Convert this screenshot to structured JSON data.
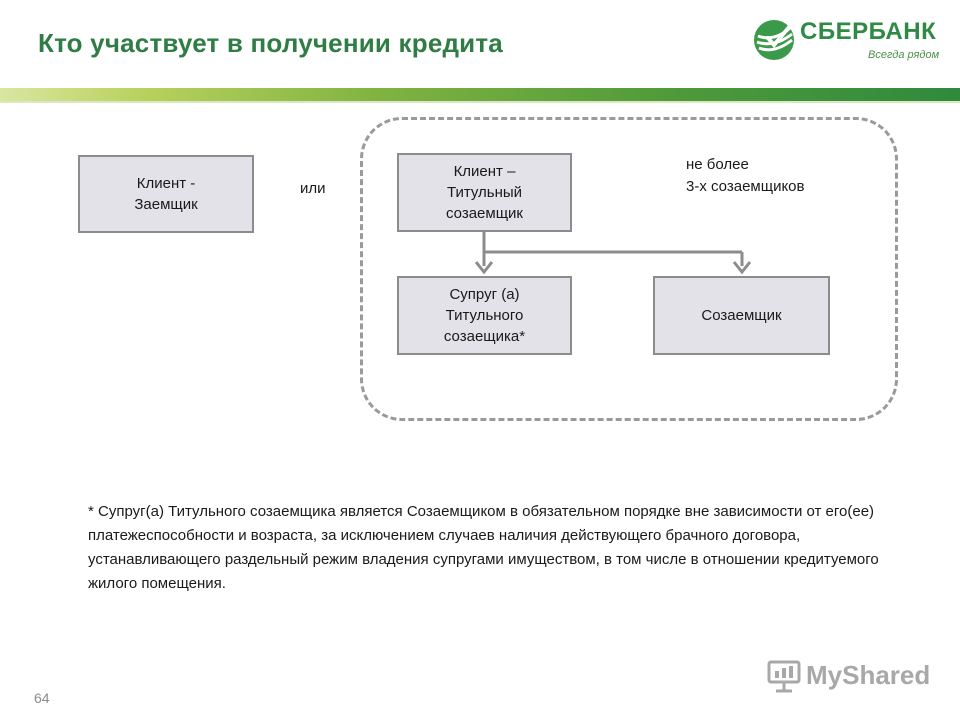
{
  "header": {
    "title": "Кто участвует в получении кредита",
    "logo_name": "СБЕРБАНК",
    "logo_slogan": "Всегда рядом"
  },
  "diagram": {
    "box_client_borrower": [
      "Клиент -",
      "Заемщик"
    ],
    "or_label": "или",
    "box_title_coborrower": [
      "Клиент –",
      "Титульный",
      "созаемщик"
    ],
    "note_max": [
      "не более",
      "3-х созаемщиков"
    ],
    "box_spouse": [
      "Супруг (а)",
      "Титульного",
      "созаещика*"
    ],
    "box_coborrower": "Созаемщик"
  },
  "footnote": "* Супруг(а) Титульного созаемщика является Созаемщиком в обязательном порядке вне зависимости от его(ее) платежеспособности и возраста, за исключением случаев наличия действующего брачного договора, устанавливающего раздельный режим владения супругами имуществом, в том числе в отношении кредитуемого жилого помещения.",
  "page_number": "64",
  "watermark": "MyShared",
  "colors": {
    "title_green": "#2f7d45",
    "box_fill": "#e2e2e8",
    "box_border": "#8c8c8c",
    "arrow": "#8c8c8c"
  }
}
